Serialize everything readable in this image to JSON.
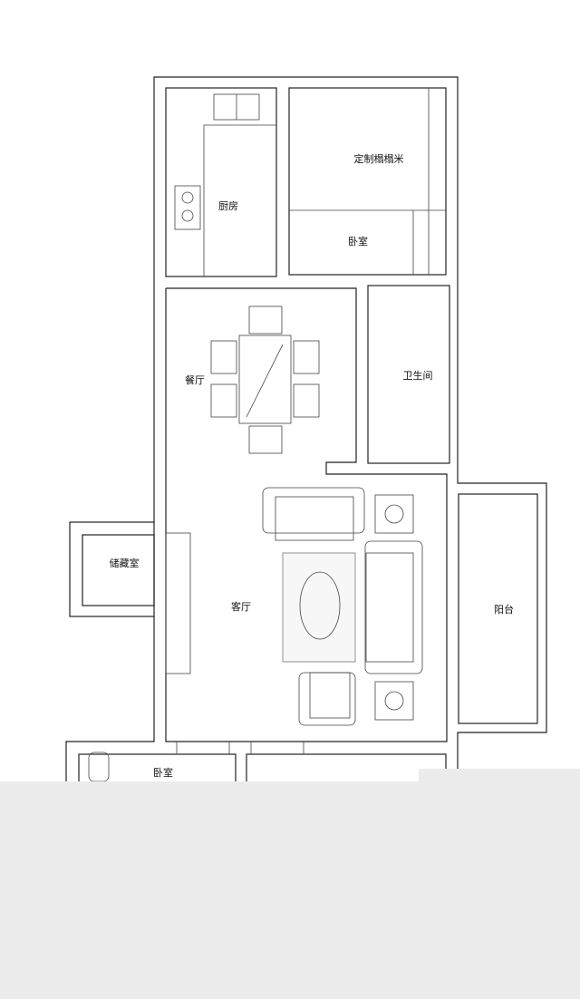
{
  "plan": {
    "rooms": {
      "kitchen": "厨房",
      "tatami": "定制榻榻米",
      "bedroom_top": "卧室",
      "dining": "餐厅",
      "bathroom": "卫生间",
      "storage": "储藏室",
      "living": "客厅",
      "balcony": "阳台",
      "bedroom_bottom": "卧室"
    }
  }
}
